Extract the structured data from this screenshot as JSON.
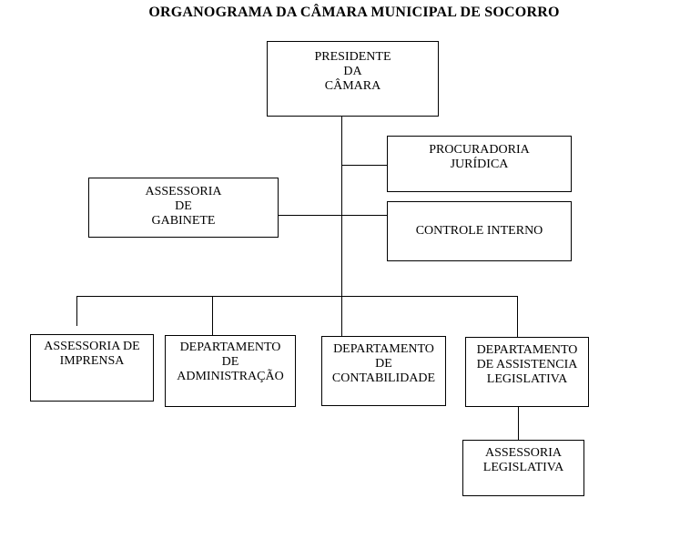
{
  "title": "ORGANOGRAMA DA CÂMARA MUNICIPAL DE SOCORRO",
  "boxes": {
    "presidente": {
      "label": "PRESIDENTE\nDA\nCÂMARA"
    },
    "procuradoria": {
      "label": "PROCURADORIA\nJURÍDICA"
    },
    "gabinete": {
      "label": "ASSESSORIA\nDE\nGABINETE"
    },
    "controle": {
      "label": "CONTROLE INTERNO"
    },
    "imprensa": {
      "label": "ASSESSORIA DE\nIMPRENSA"
    },
    "administracao": {
      "label": "DEPARTAMENTO\nDE\nADMINISTRAÇÃO"
    },
    "contabilidade": {
      "label": "DEPARTAMENTO\nDE\nCONTABILIDADE"
    },
    "assistencia": {
      "label": "DEPARTAMENTO\nDE ASSISTENCIA\nLEGISLATIVA"
    },
    "assessoria_legislativa": {
      "label": "ASSESSORIA\nLEGISLATIVA"
    }
  },
  "edges": [
    {
      "from": "presidente",
      "to": "procuradoria"
    },
    {
      "from": "presidente",
      "to": "gabinete"
    },
    {
      "from": "presidente",
      "to": "controle"
    },
    {
      "from": "presidente",
      "to": "imprensa"
    },
    {
      "from": "presidente",
      "to": "administracao"
    },
    {
      "from": "presidente",
      "to": "contabilidade"
    },
    {
      "from": "presidente",
      "to": "assistencia"
    },
    {
      "from": "assistencia",
      "to": "assessoria_legislativa"
    }
  ],
  "colors": {
    "background": "#ffffff",
    "line": "#000000",
    "text": "#000000"
  }
}
